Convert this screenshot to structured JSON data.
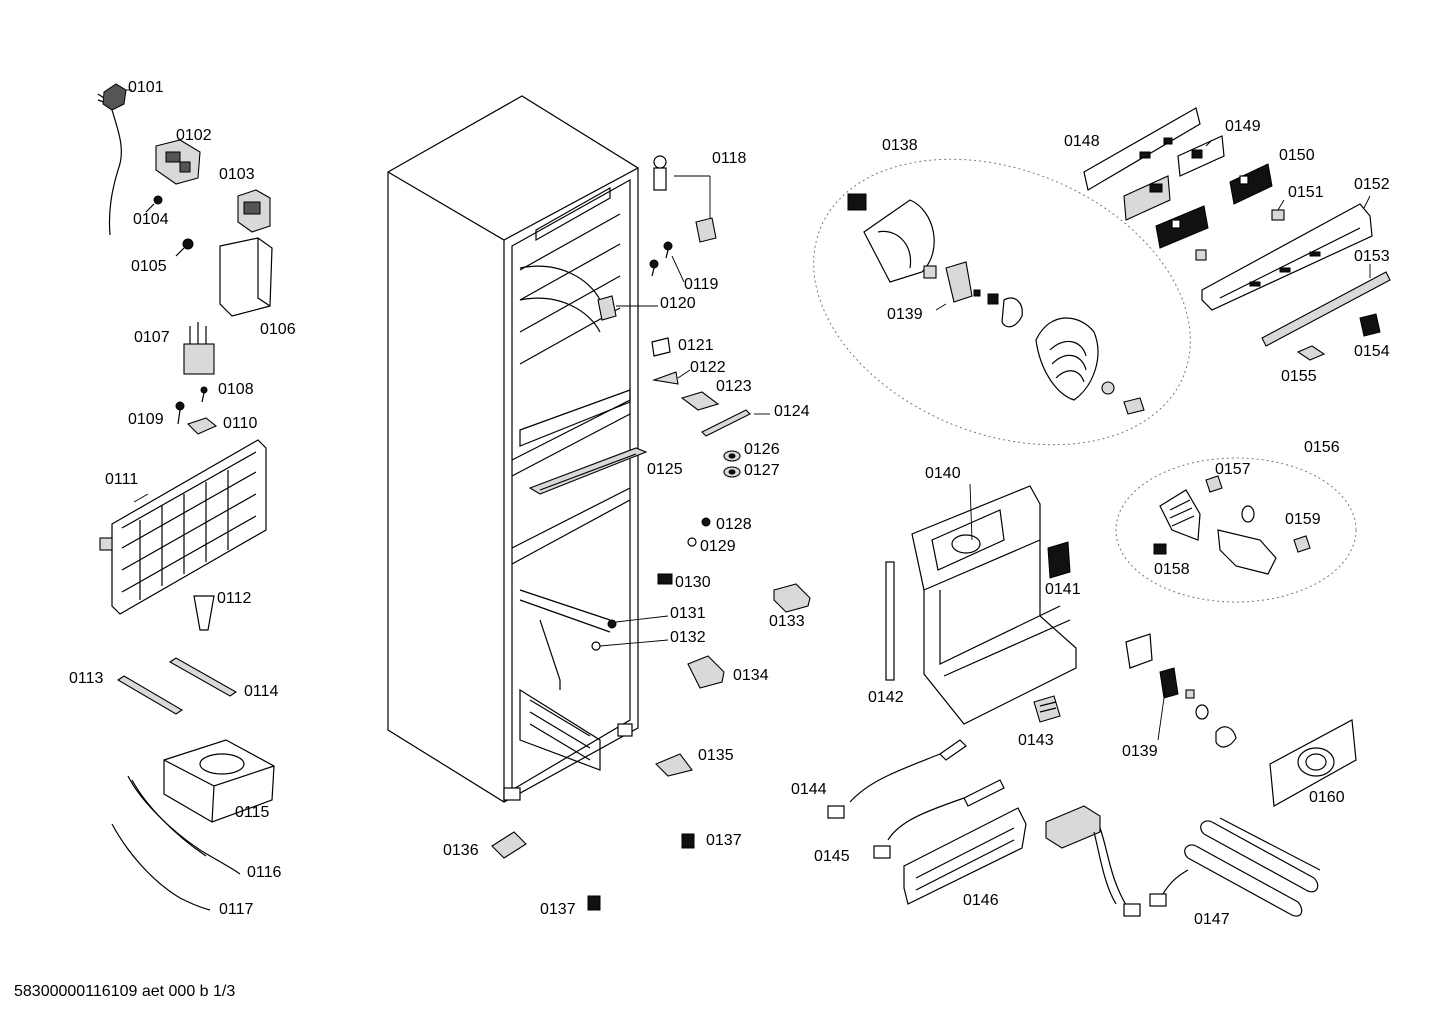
{
  "footer": {
    "document_id": "58300000116109 aet 000 b 1/3"
  },
  "part_labels": [
    "0101",
    "0102",
    "0103",
    "0104",
    "0105",
    "0106",
    "0107",
    "0108",
    "0109",
    "0110",
    "0111",
    "0112",
    "0113",
    "0114",
    "0115",
    "0116",
    "0117",
    "0118",
    "0119",
    "0120",
    "0121",
    "0122",
    "0123",
    "0124",
    "0125",
    "0126",
    "0127",
    "0128",
    "0129",
    "0130",
    "0131",
    "0132",
    "0133",
    "0134",
    "0135",
    "0136",
    "0137",
    "0137",
    "0138",
    "0139",
    "0139",
    "0140",
    "0141",
    "0142",
    "0143",
    "0144",
    "0145",
    "0146",
    "0147",
    "0148",
    "0149",
    "0150",
    "0151",
    "0152",
    "0153",
    "0154",
    "0155",
    "0156",
    "0157",
    "0158",
    "0159",
    "0160"
  ]
}
